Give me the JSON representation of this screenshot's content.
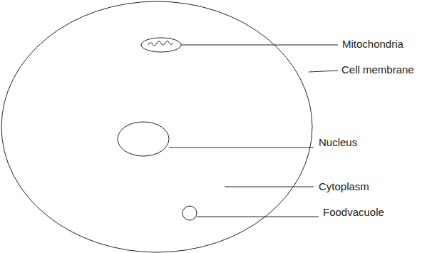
{
  "diagram": {
    "labels": [
      "Mitochondria",
      "Cell membrane",
      "Nucleus",
      "Cytoplasm",
      "Foodvacuole"
    ]
  }
}
